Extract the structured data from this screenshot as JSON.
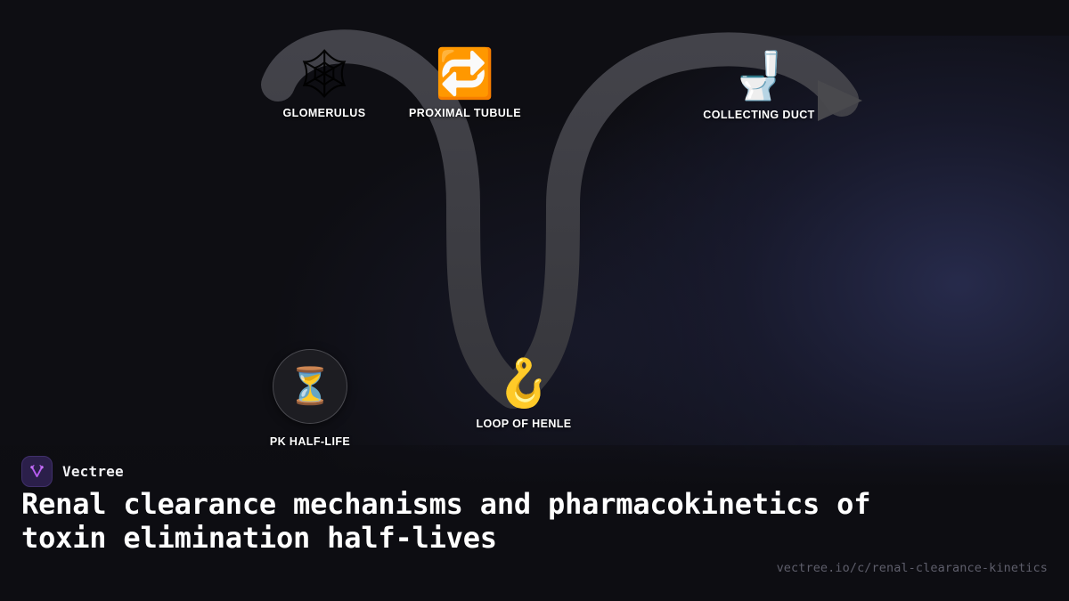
{
  "brand": {
    "name": "Vectree",
    "logo_icon": "vectree-v-logo-icon",
    "logo_color": "#b65cf0",
    "logo_bg": "#2b1f4a"
  },
  "headline": "Renal clearance mechanisms and pharmacokinetics of toxin elimination half-lives",
  "url": "vectree.io/c/renal-clearance-kinetics",
  "diagram": {
    "type": "nephron-flow-path",
    "path_color": "#3e3e42",
    "flow_line_color": "#7a1620",
    "arrow_color": "#4a4a4e",
    "nodes": [
      {
        "id": "glomerulus",
        "label": "GLOMERULUS",
        "icon": "spider-web-icon",
        "glyph": "🕸",
        "style": "plain"
      },
      {
        "id": "proximal-tubule",
        "label": "PROXIMAL TUBULE",
        "icon": "repeat-arrows-icon",
        "glyph": "🔁",
        "style": "plain"
      },
      {
        "id": "collecting-duct",
        "label": "COLLECTING DUCT",
        "icon": "toilet-icon",
        "glyph": "🚽",
        "style": "plain"
      },
      {
        "id": "loop-of-henle",
        "label": "LOOP OF HENLE",
        "icon": "hook-icon",
        "glyph": "🪝",
        "style": "plain"
      },
      {
        "id": "pk-half-life",
        "label": "PK HALF-LIFE",
        "icon": "hourglass-icon",
        "glyph": "⏳",
        "style": "circle-badge"
      }
    ]
  },
  "colors": {
    "background": "#0e0e13",
    "background_glow": "#282c4e",
    "footer_background": "#0d0d12",
    "headline_text": "#ffffff",
    "url_text": "#5e5e6b",
    "label_text": "#ffffff"
  }
}
